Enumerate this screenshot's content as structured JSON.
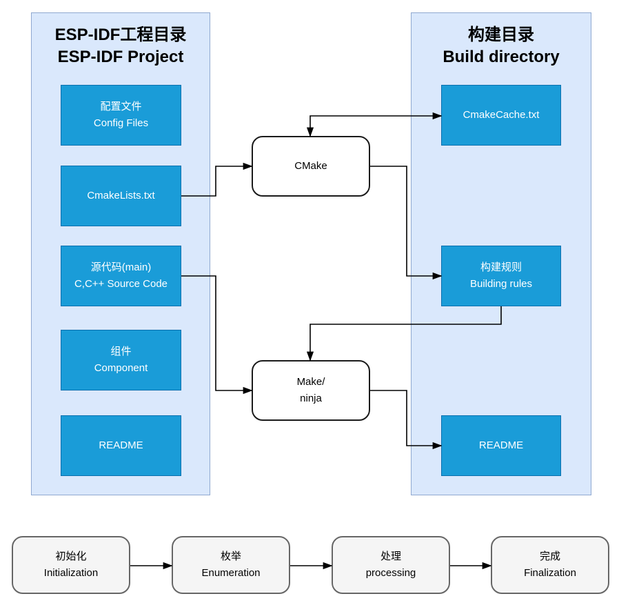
{
  "diagram": {
    "left_panel": {
      "title_line1": "ESP-IDF工程目录",
      "title_line2": "ESP-IDF Project",
      "nodes": [
        {
          "line1": "配置文件",
          "line2": "Config Files"
        },
        {
          "line1": "CmakeLists.txt",
          "line2": ""
        },
        {
          "line1": "源代码(main)",
          "line2": "C,C++ Source Code"
        },
        {
          "line1": "组件",
          "line2": "Component"
        },
        {
          "line1": "README",
          "line2": ""
        }
      ]
    },
    "right_panel": {
      "title_line1": "构建目录",
      "title_line2": "Build directory",
      "nodes": [
        {
          "line1": "CmakeCache.txt",
          "line2": ""
        },
        {
          "line1": "构建规则",
          "line2": "Building rules"
        },
        {
          "line1": "README",
          "line2": ""
        }
      ]
    },
    "process_nodes": [
      {
        "line1": "CMake",
        "line2": ""
      },
      {
        "line1": "Make/",
        "line2": "ninja"
      }
    ],
    "flow_steps": [
      {
        "line1": "初始化",
        "line2": "Initialization"
      },
      {
        "line1": "枚举",
        "line2": "Enumeration"
      },
      {
        "line1": "处理",
        "line2": "processing"
      },
      {
        "line1": "完成",
        "line2": "Finalization"
      }
    ],
    "colors": {
      "node_fill": "#1a9cd8",
      "node_border": "#0a6fae",
      "panel_fill": "#dae8fc",
      "panel_border": "#8fa8d0",
      "flow_fill": "#f5f5f5",
      "flow_border": "#666666",
      "arrow": "#000000"
    }
  }
}
